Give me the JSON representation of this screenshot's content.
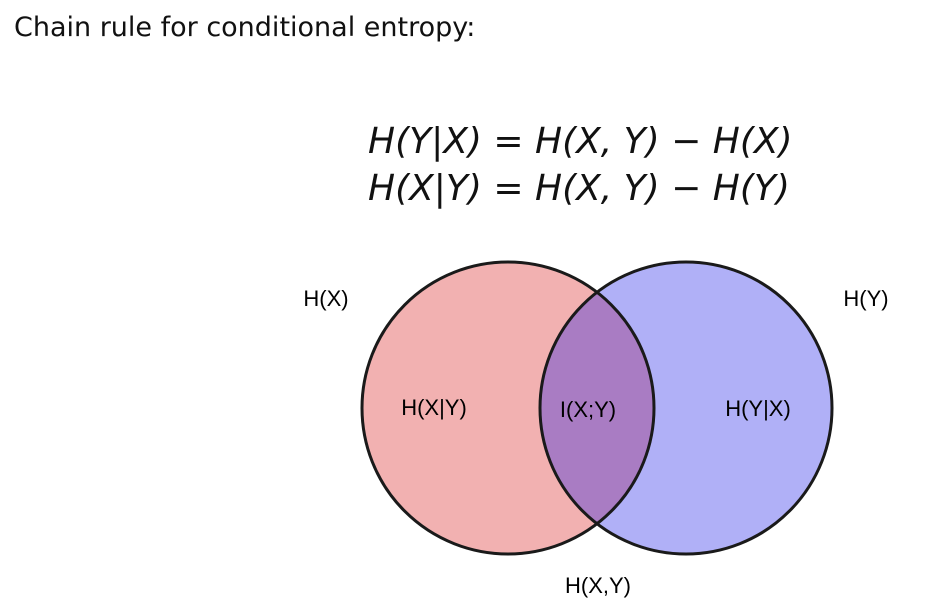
{
  "heading": "Chain rule for conditional entropy:",
  "equations": [
    "H(Y|X) = H(X, Y) − H(X)",
    "H(X|Y) = H(X, Y) − H(Y)"
  ],
  "venn": {
    "left_circle_label": "H(X)",
    "right_circle_label": "H(Y)",
    "left_only_label": "H(X|Y)",
    "overlap_label": "I(X;Y)",
    "right_only_label": "H(Y|X)",
    "union_label": "H(X,Y)",
    "colors": {
      "left_fill": "#f2b1b1",
      "right_fill": "#b0b0f7",
      "overlap_fill": "#a97cc3",
      "outline": "#1a1a1a"
    }
  }
}
